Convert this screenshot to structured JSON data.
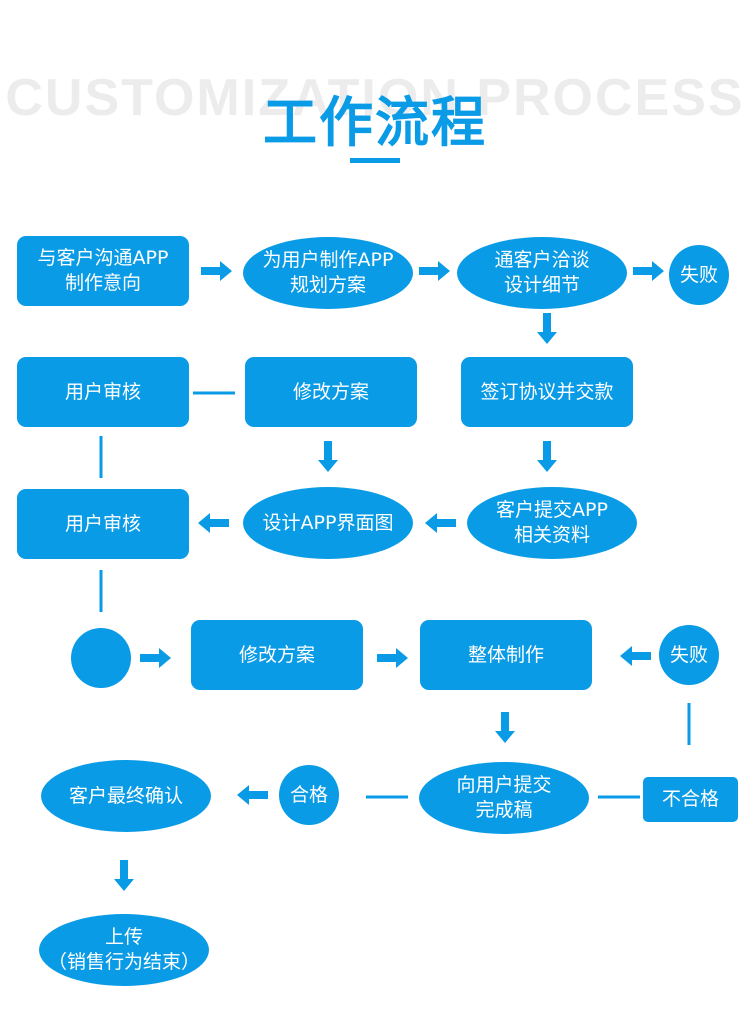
{
  "header": {
    "background_title": "CUSTOMIZATION PROCESS",
    "title": "工作流程"
  },
  "colors": {
    "accent": "#0a9be6",
    "watermark": "#ececec",
    "background": "#ffffff"
  },
  "nodes": {
    "communicate": "与客户沟通APP\n制作意向",
    "plan": "为用户制作APP\n规划方案",
    "negotiate": "通客户洽谈\n设计细节",
    "fail_top": "失败",
    "review_1": "用户审核",
    "revise_1": "修改方案",
    "sign": "签订协议并交款",
    "review_2": "用户审核",
    "design_ui": "设计APP界面图",
    "submit_materials": "客户提交APP\n相关资料",
    "blank_circle": "",
    "revise_2": "修改方案",
    "build": "整体制作",
    "fail_right": "失败",
    "pass": "合格",
    "submit_draft": "向用户提交\n完成稿",
    "not_pass": "不合格",
    "final_confirm": "客户最终确认",
    "upload": "上传\n（销售行为结束）"
  }
}
